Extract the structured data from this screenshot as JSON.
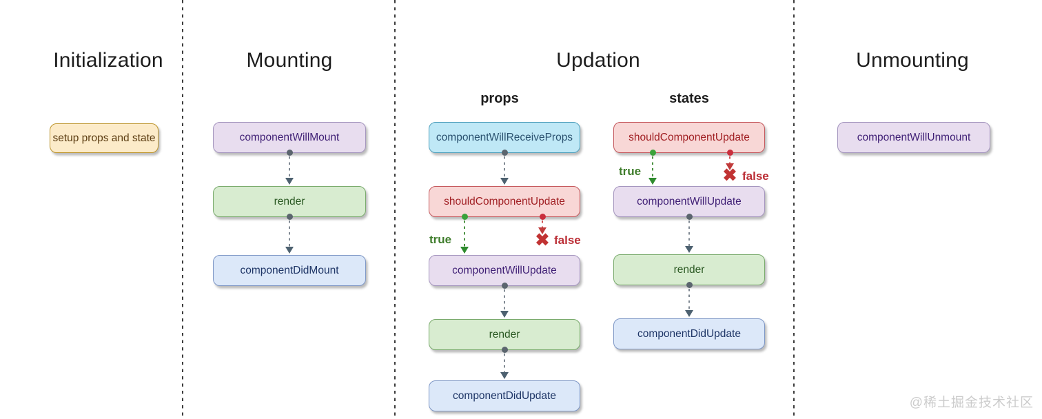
{
  "columns": {
    "initialization": {
      "title": "Initialization",
      "nodes": {
        "setup": "setup props and state"
      }
    },
    "mounting": {
      "title": "Mounting",
      "nodes": {
        "will_mount": "componentWillMount",
        "render": "render",
        "did_mount": "componentDidMount"
      }
    },
    "updation": {
      "title": "Updation",
      "props": {
        "subtitle": "props",
        "nodes": {
          "will_receive_props": "componentWillReceiveProps",
          "should_update": "shouldComponentUpdate",
          "will_update": "componentWillUpdate",
          "render": "render",
          "did_update": "componentDidUpdate"
        }
      },
      "states": {
        "subtitle": "states",
        "nodes": {
          "should_update": "shouldComponentUpdate",
          "will_update": "componentWillUpdate",
          "render": "render",
          "did_update": "componentDidUpdate"
        }
      }
    },
    "unmounting": {
      "title": "Unmounting",
      "nodes": {
        "will_unmount": "componentWillUnmount"
      }
    }
  },
  "branch_labels": {
    "true": "true",
    "false": "false"
  },
  "icons": {
    "false_x": "✖"
  },
  "watermark": "@稀土掘金技术社区",
  "colors": {
    "node_yellow_fill": "#fcebc9",
    "node_yellow_border": "#bd952c",
    "node_yellow_text": "#5c3d12",
    "node_purple_fill": "#e8ddef",
    "node_purple_border": "#a495be",
    "node_purple_text": "#3f1f75",
    "node_green_fill": "#d8ecd0",
    "node_green_border": "#79aa6c",
    "node_green_text": "#2a5822",
    "node_blue_fill": "#dce8f9",
    "node_blue_border": "#7e97c6",
    "node_blue_text": "#1e3566",
    "node_cyan_fill": "#bfe8f6",
    "node_cyan_border": "#4fa0bd",
    "node_cyan_text": "#2b5270",
    "node_red_fill": "#f8d7d6",
    "node_red_border": "#c4575c",
    "node_red_text": "#a12024",
    "flow_gray": "#7f8892",
    "flow_green": "#3e8e33",
    "flow_red": "#c43a3a",
    "divider": "#3c3c3c",
    "header_text": "#1d1d1d",
    "watermark_text": "#cccccc"
  }
}
